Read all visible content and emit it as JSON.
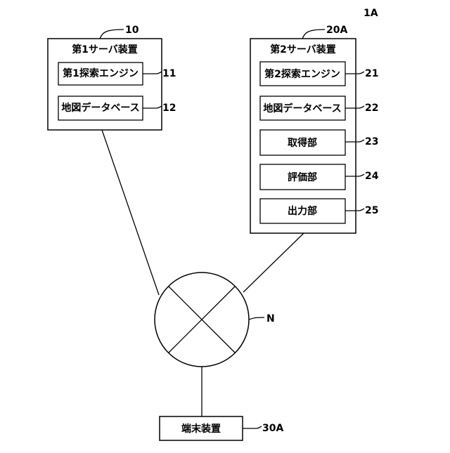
{
  "figure_ref": "1A",
  "server1": {
    "ref": "10",
    "title": "第1サーバ装置",
    "modules": [
      {
        "label": "第1探索エンジン",
        "ref": "11"
      },
      {
        "label": "地図データベース",
        "ref": "12"
      }
    ]
  },
  "server2": {
    "ref": "20A",
    "title": "第2サーバ装置",
    "modules": [
      {
        "label": "第2探索エンジン",
        "ref": "21"
      },
      {
        "label": "地図データベース",
        "ref": "22"
      },
      {
        "label": "取得部",
        "ref": "23"
      },
      {
        "label": "評価部",
        "ref": "24"
      },
      {
        "label": "出力部",
        "ref": "25"
      }
    ]
  },
  "network": {
    "ref": "N"
  },
  "terminal": {
    "label": "端末装置",
    "ref": "30A"
  }
}
